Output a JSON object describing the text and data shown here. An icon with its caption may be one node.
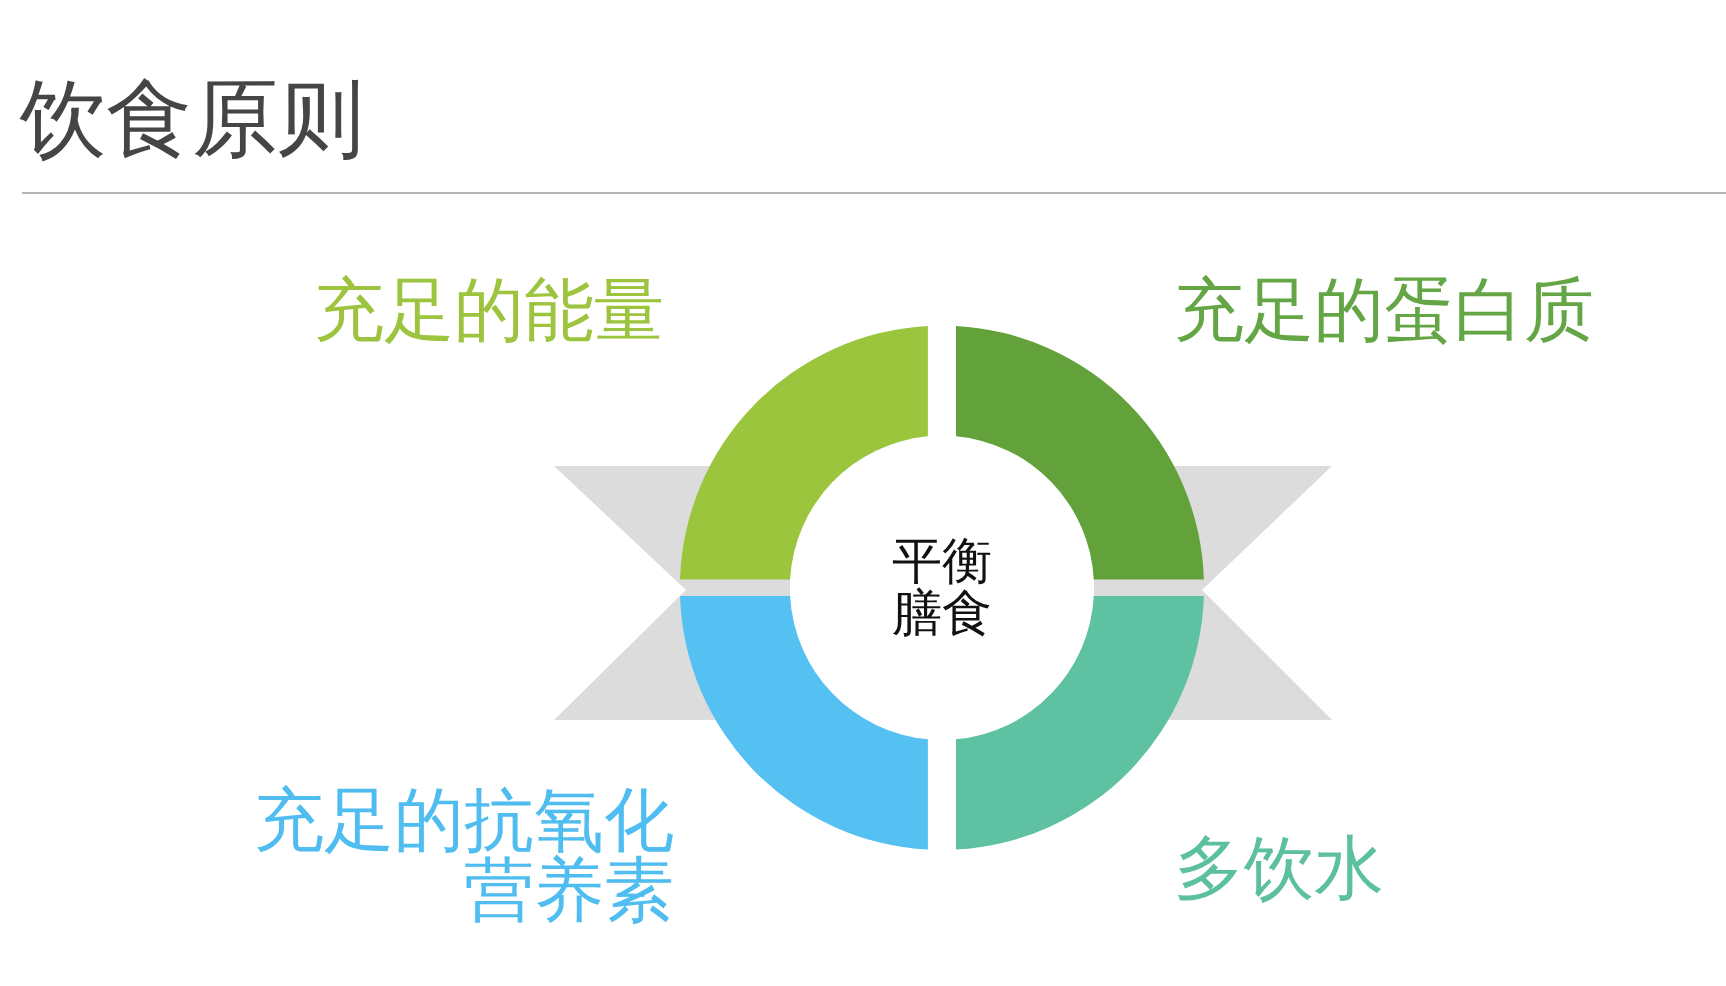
{
  "diagram": {
    "title": "饮食原则",
    "nodes": [
      {
        "text": [
          "充足的能量"
        ]
      },
      {
        "text": [
          "充足的蛋白质"
        ]
      },
      {
        "text": [
          "平衡膳食"
        ]
      },
      {
        "text": [
          "充足的抗氧化营养素"
        ]
      },
      {
        "text": [
          "多饮水"
        ]
      }
    ]
  }
}
